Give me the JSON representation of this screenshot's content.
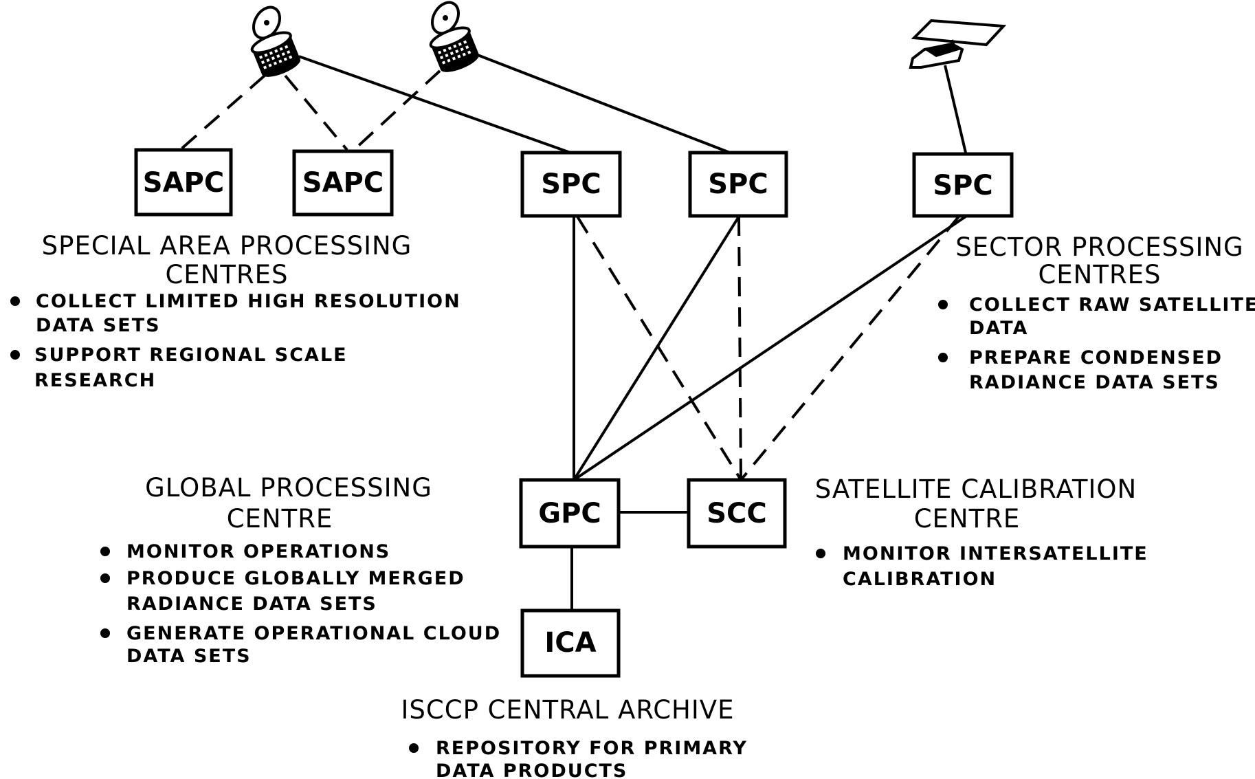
{
  "boxes": {
    "sapc1": "SAPC",
    "sapc2": "SAPC",
    "spc1": "SPC",
    "spc2": "SPC",
    "spc3": "SPC",
    "gpc": "GPC",
    "scc": "SCC",
    "ica": "ICA"
  },
  "sapc_group": {
    "title_line1": "SPECIAL AREA PROCESSING",
    "title_line2": "CENTRES",
    "bullet1_line1": "COLLECT LIMITED HIGH RESOLUTION",
    "bullet1_line2": "DATA SETS",
    "bullet2_line1": "SUPPORT REGIONAL SCALE",
    "bullet2_line2": "RESEARCH"
  },
  "spc_group": {
    "title_line1": "SECTOR PROCESSING",
    "title_line2": "CENTRES",
    "bullet1_line1": "COLLECT RAW SATELLITE",
    "bullet1_line2": "DATA",
    "bullet2_line1": "PREPARE CONDENSED",
    "bullet2_line2": "RADIANCE DATA SETS"
  },
  "gpc_group": {
    "title_line1": "GLOBAL PROCESSING",
    "title_line2": "CENTRE",
    "bullet1_line1": "MONITOR OPERATIONS",
    "bullet2_line1": "PRODUCE GLOBALLY MERGED",
    "bullet2_line2": "RADIANCE DATA SETS",
    "bullet3_line1": "GENERATE OPERATIONAL CLOUD",
    "bullet3_line2": "DATA SETS"
  },
  "scc_group": {
    "title_line1": "SATELLITE CALIBRATION",
    "title_line2": "CENTRE",
    "bullet1_line1": "MONITOR INTERSATELLITE",
    "bullet1_line2": "CALIBRATION"
  },
  "ica_group": {
    "title_line1": "ISCCP CENTRAL ARCHIVE",
    "bullet1_line1": "REPOSITORY FOR PRIMARY",
    "bullet1_line2": "DATA PRODUCTS"
  },
  "icons": [
    "geostationary-satellite-icon",
    "geostationary-satellite-icon",
    "polar-orbiting-satellite-icon"
  ]
}
